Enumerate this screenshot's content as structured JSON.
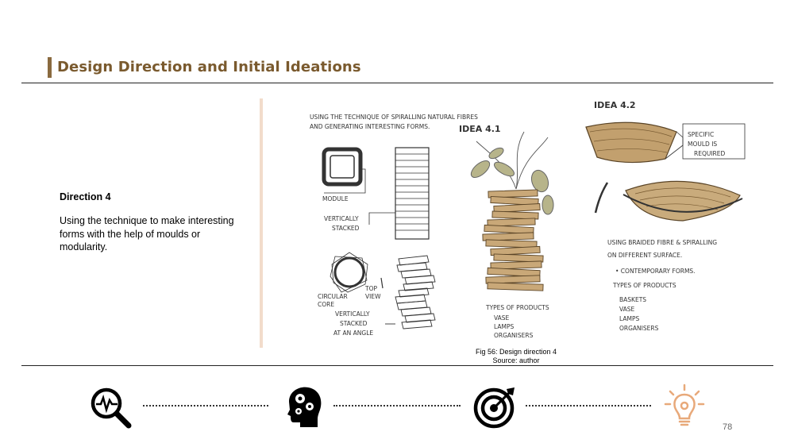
{
  "header": {
    "title": "Design Direction and Initial Ideations"
  },
  "left": {
    "heading": "Direction 4",
    "body": "Using the technique to make interesting forms with the help of moulds or modularity."
  },
  "sketch": {
    "intro_line1": "USING THE TECHNIQUE OF SPIRALLING NATURAL FIBRES",
    "intro_line2": "AND GENERATING INTERESTING FORMS.",
    "idea1": "IDEA 4.1",
    "idea2": "IDEA 4.2",
    "label_module": "MODULE",
    "label_vertical1": "VERTICALLY",
    "label_stacked1": "STACKED",
    "label_circular1": "CIRCULAR",
    "label_circular2": "CORE",
    "label_top1": "TOP",
    "label_top2": "VIEW",
    "label_vertical2": "VERTICALLY",
    "label_stacked2": "STACKED",
    "label_angle": "AT AN ANGLE",
    "types1_title": "TYPES OF PRODUCTS",
    "types1_items": [
      "VASE",
      "LAMPS",
      "ORGANISERS"
    ],
    "mould1": "SPECIFIC",
    "mould2": "MOULD IS",
    "mould3": "REQUIRED",
    "note1": "USING BRAIDED FIBRE & SPIRALLING",
    "note2": "ON DIFFERENT SURFACE.",
    "note3": "• CONTEMPORARY FORMS.",
    "types2_title": "TYPES OF PRODUCTS",
    "types2_items": [
      "BASKETS",
      "VASE",
      "LAMPS",
      "ORGANISERS"
    ]
  },
  "caption": {
    "line1": "Fig 56: Design direction 4",
    "line2": "Source: author"
  },
  "process": {
    "icons": [
      "research-magnifier-icon",
      "brain-gears-icon",
      "target-icon",
      "lightbulb-icon"
    ],
    "active_color": "#e8a97a"
  },
  "page_number": "78"
}
